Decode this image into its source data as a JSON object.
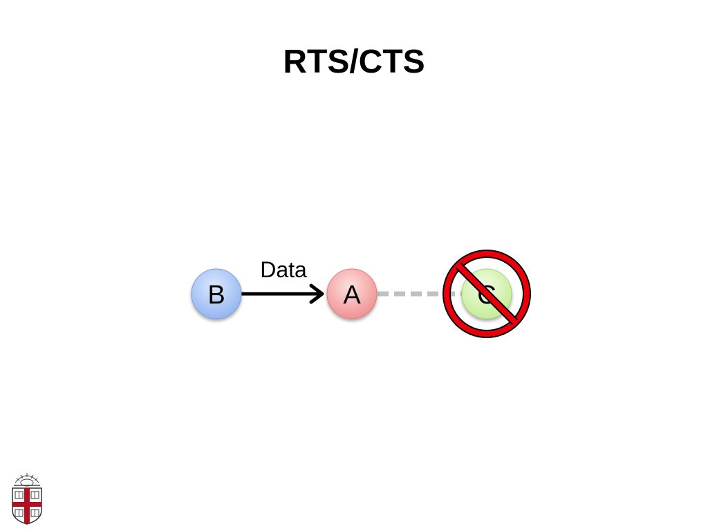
{
  "slide": {
    "title": "RTS/CTS"
  },
  "diagram": {
    "nodes": [
      {
        "id": "B",
        "label": "B",
        "fill": "#a9c4f5"
      },
      {
        "id": "A",
        "label": "A",
        "fill": "#f5a3a3"
      },
      {
        "id": "C",
        "label": "C",
        "fill": "#d6f2b0"
      }
    ],
    "edges": [
      {
        "from": "B",
        "to": "A",
        "label": "Data",
        "style": "solid-arrow",
        "color": "#000000"
      },
      {
        "from": "A",
        "to": "C",
        "label": "",
        "style": "dashed",
        "color": "#c0c0c0"
      }
    ],
    "blocked_node": "C",
    "prohibition_color": "#e8000b"
  },
  "logo": {
    "icon": "university-crest-icon"
  }
}
